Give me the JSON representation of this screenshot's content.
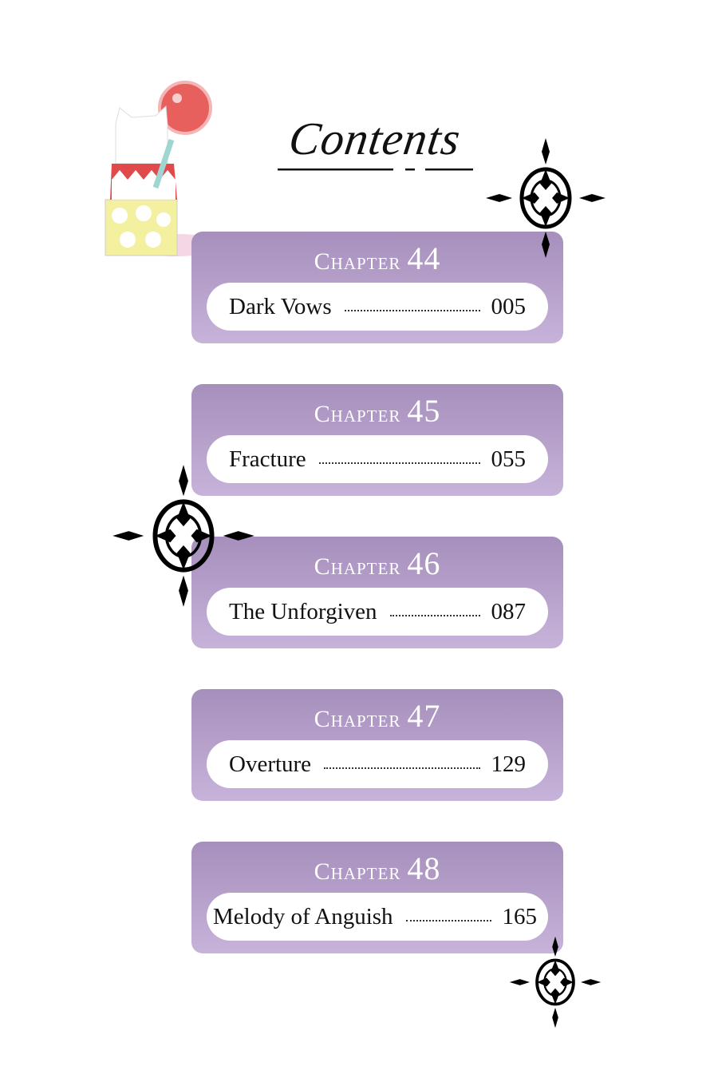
{
  "title": "Contents",
  "chapters": [
    {
      "label": "Chapter",
      "number": "44",
      "title": "Dark Vows",
      "page": "005"
    },
    {
      "label": "Chapter",
      "number": "45",
      "title": "Fracture",
      "page": "055"
    },
    {
      "label": "Chapter",
      "number": "46",
      "title": "The Unforgiven",
      "page": "087"
    },
    {
      "label": "Chapter",
      "number": "47",
      "title": "Overture",
      "page": "129"
    },
    {
      "label": "Chapter",
      "number": "48",
      "title": "Melody of Anguish",
      "page": "165"
    }
  ],
  "colors": {
    "box_top": "#a68fbc",
    "box_bottom": "#c7b3da"
  }
}
